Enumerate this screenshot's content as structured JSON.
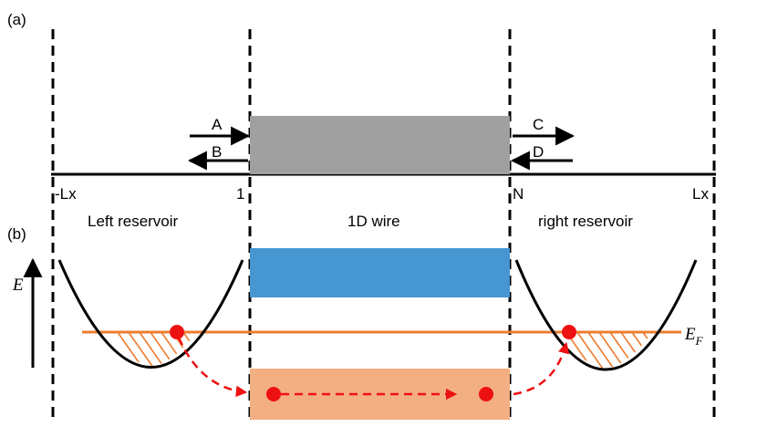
{
  "panel_a": {
    "label": "(a)",
    "arrows": {
      "a": "A",
      "b": "B",
      "c": "C",
      "d": "D"
    },
    "positions": {
      "left_end": "-Lx",
      "wire_start": "1",
      "wire_end": "N",
      "right_end": "Lx"
    }
  },
  "panel_b": {
    "label": "(b)",
    "regions": {
      "left": "Left reservoir",
      "middle": "1D wire",
      "right": "right reservoir"
    },
    "energy_axis": "E",
    "fermi_level": {
      "symbol": "E",
      "subscript": "F"
    }
  },
  "colors": {
    "barrier": "#a0a0a0",
    "upper_band": "#4596d1",
    "lower_band": "#f3ae82",
    "fermi_line": "#ed7d31",
    "electron": "#ee1111",
    "transfer_arrow": "#ee1111"
  }
}
